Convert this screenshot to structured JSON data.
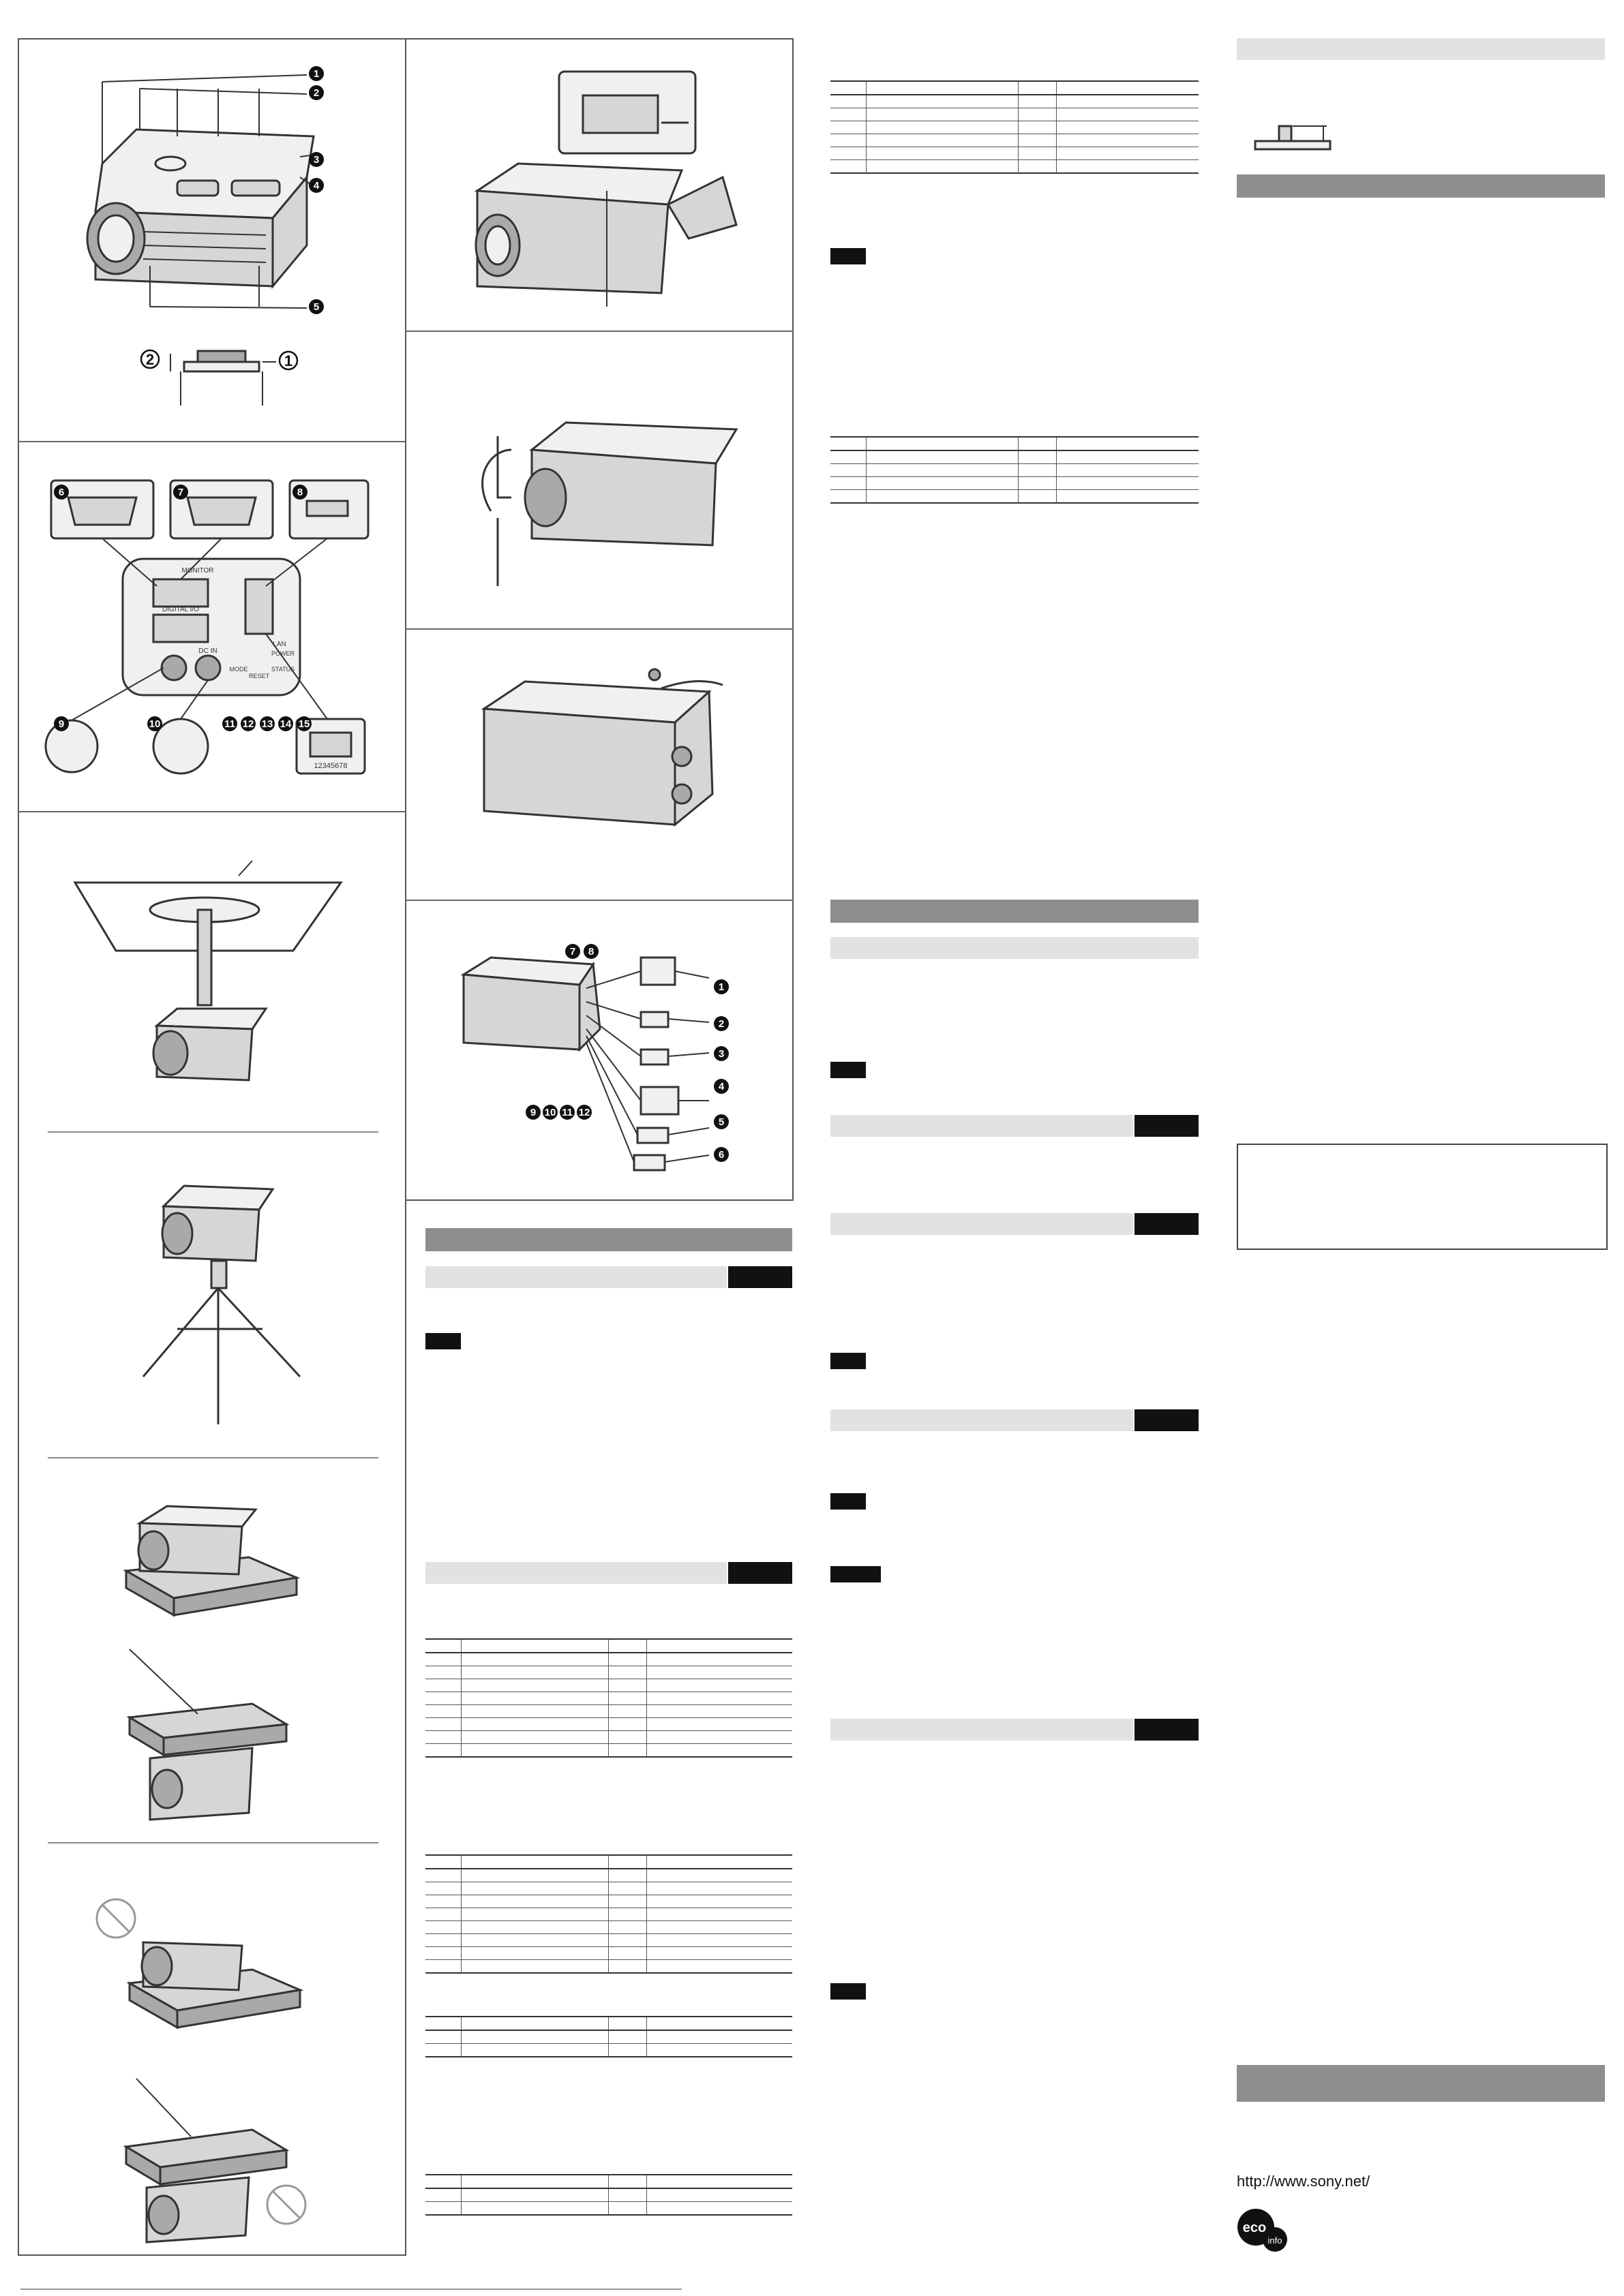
{
  "figures": {
    "fig_top_callouts": [
      "1",
      "2",
      "3",
      "4",
      "5"
    ],
    "fig_mount_labels": [
      "2",
      "1"
    ],
    "fig_connector_callouts": [
      "6",
      "7",
      "8",
      "9",
      "10",
      "11",
      "12",
      "13",
      "14",
      "15"
    ],
    "rear_panel_labels": {
      "monitor": "MONITOR",
      "digital_io": "DIGITAL I/O",
      "dc_in": "DC IN",
      "lan": "LAN",
      "power": "POWER",
      "status": "STATUS",
      "mode": "MODE",
      "reset": "RESET",
      "rj45_pins": "12345678"
    },
    "fig_cable_callouts_right": [
      "1",
      "2",
      "3",
      "4",
      "5",
      "6"
    ],
    "fig_cable_callouts_bottom": [
      "9",
      "10",
      "11",
      "12"
    ],
    "fig_cable_callouts_top": [
      "7",
      "8"
    ]
  },
  "footer": {
    "url": "http://www.sony.net/",
    "eco_label": "eco",
    "eco_sub": "info"
  },
  "colors": {
    "section_bar": "#8e8e8e",
    "sub_bar": "#e2e2e2",
    "tag": "#111111",
    "border": "#555555"
  }
}
